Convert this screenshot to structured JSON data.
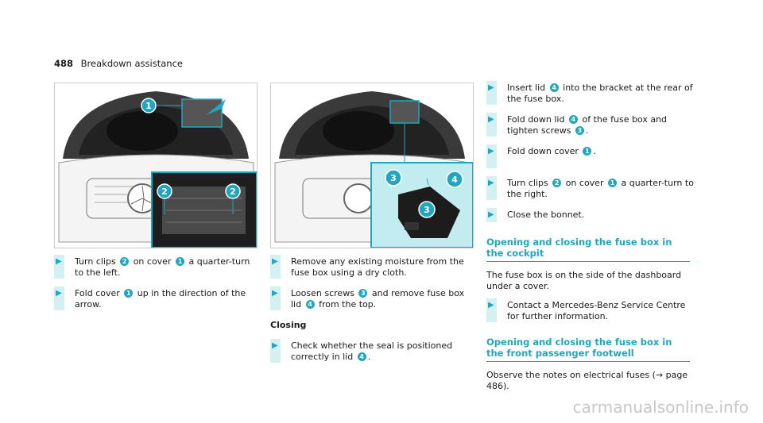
{
  "header": {
    "page_number": "488",
    "section": "Breakdown assistance"
  },
  "figure1": {
    "callouts": [
      "1",
      "2",
      "2"
    ]
  },
  "figure2": {
    "callouts": [
      "3",
      "4",
      "3"
    ]
  },
  "colors": {
    "accent": "#20a6bf",
    "step_bar": "#d3f0f3",
    "inset_bg": "#c2ecf0"
  },
  "column1": {
    "steps": [
      {
        "a": "Turn clips ",
        "n1": "2",
        "b": " on cover ",
        "n2": "1",
        "c": " a quarter-turn to the left."
      },
      {
        "a": "Fold cover ",
        "n1": "1",
        "b": " up in the direction of the arrow."
      }
    ]
  },
  "column2": {
    "steps": [
      {
        "a": "Remove any existing moisture from the fuse box using a dry cloth."
      },
      {
        "a": "Loosen screws ",
        "n1": "3",
        "b": " and remove fuse box lid ",
        "n2": "4",
        "c": " from the top."
      }
    ],
    "closing_label": "Closing",
    "closing_steps": [
      {
        "a": "Check whether the seal is positioned correctly in lid ",
        "n1": "4",
        "b": "."
      }
    ]
  },
  "column3": {
    "steps": [
      {
        "a": "Insert lid ",
        "n1": "4",
        "b": " into the bracket at the rear of the fuse box."
      },
      {
        "a": "Fold down lid ",
        "n1": "4",
        "b": " of the fuse box and tighten screws ",
        "n2": "3",
        "c": "."
      },
      {
        "a": "Fold down cover ",
        "n1": "1",
        "b": "."
      },
      {
        "a": "Turn clips ",
        "n1": "2",
        "b": " on cover ",
        "n2": "1",
        "c": " a quarter-turn to the right."
      },
      {
        "a": "Close the bonnet."
      }
    ],
    "section1": {
      "title": "Opening and closing the fuse box in the cockpit",
      "text": "The fuse box is on the side of the dashboard under a cover.",
      "steps": [
        {
          "a": "Contact a Mercedes-Benz Service Centre for further information."
        }
      ]
    },
    "section2": {
      "title": "Opening and closing the fuse box in the front passenger footwell",
      "text": "Observe the notes on electrical fuses (→ page 486)."
    }
  },
  "watermark": "carmanualsonline.info"
}
